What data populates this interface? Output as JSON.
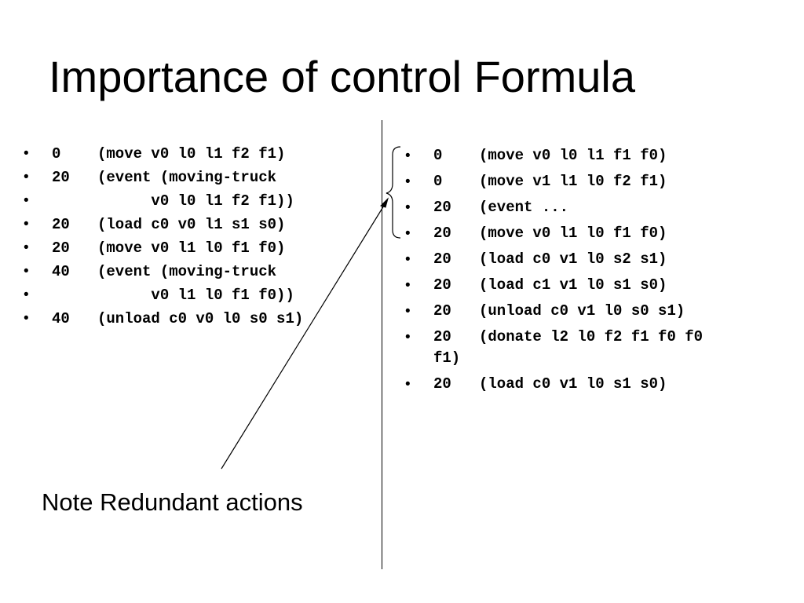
{
  "title": "Importance of control Formula",
  "left_plan": [
    {
      "bullet": "•",
      "time": "0",
      "action": "(move v0 l0 l1 f2 f1)"
    },
    {
      "bullet": "•",
      "time": "20",
      "action": "(event (moving-truck"
    },
    {
      "bullet": "•",
      "time": "",
      "action": "      v0 l0 l1 f2 f1))"
    },
    {
      "bullet": "•",
      "time": "20",
      "action": "(load c0 v0 l1 s1 s0)"
    },
    {
      "bullet": "•",
      "time": "20",
      "action": "(move v0 l1 l0 f1 f0)"
    },
    {
      "bullet": "•",
      "time": "40",
      "action": "(event (moving-truck"
    },
    {
      "bullet": "•",
      "time": "",
      "action": "      v0 l1 l0 f1 f0))"
    },
    {
      "bullet": "•",
      "time": "40",
      "action": "(unload c0 v0 l0 s0 s1)"
    }
  ],
  "right_plan": [
    {
      "bullet": "•",
      "time": "0",
      "action": "(move v0 l0 l1 f1 f0)"
    },
    {
      "bullet": "•",
      "time": "0",
      "action": "(move v1 l1 l0 f2 f1)"
    },
    {
      "bullet": "•",
      "time": "20",
      "action": "(event ..."
    },
    {
      "bullet": "•",
      "time": "20",
      "action": "(move v0 l1 l0 f1 f0)"
    },
    {
      "bullet": "•",
      "time": "20",
      "action": "(load c0 v1 l0 s2 s1)"
    },
    {
      "bullet": "•",
      "time": "20",
      "action": "(load c1 v1 l0 s1 s0)"
    },
    {
      "bullet": "•",
      "time": "20",
      "action": "(unload c0 v1 l0 s0 s1)"
    },
    {
      "bullet": "•",
      "time": "20",
      "action": "(donate l2 l0 f2 f1 f0 f0",
      "continuation": "f1)"
    },
    {
      "bullet": "•",
      "time": "20",
      "action": "(load c0 v1 l0 s1 s0)"
    }
  ],
  "note": "Note Redundant actions"
}
